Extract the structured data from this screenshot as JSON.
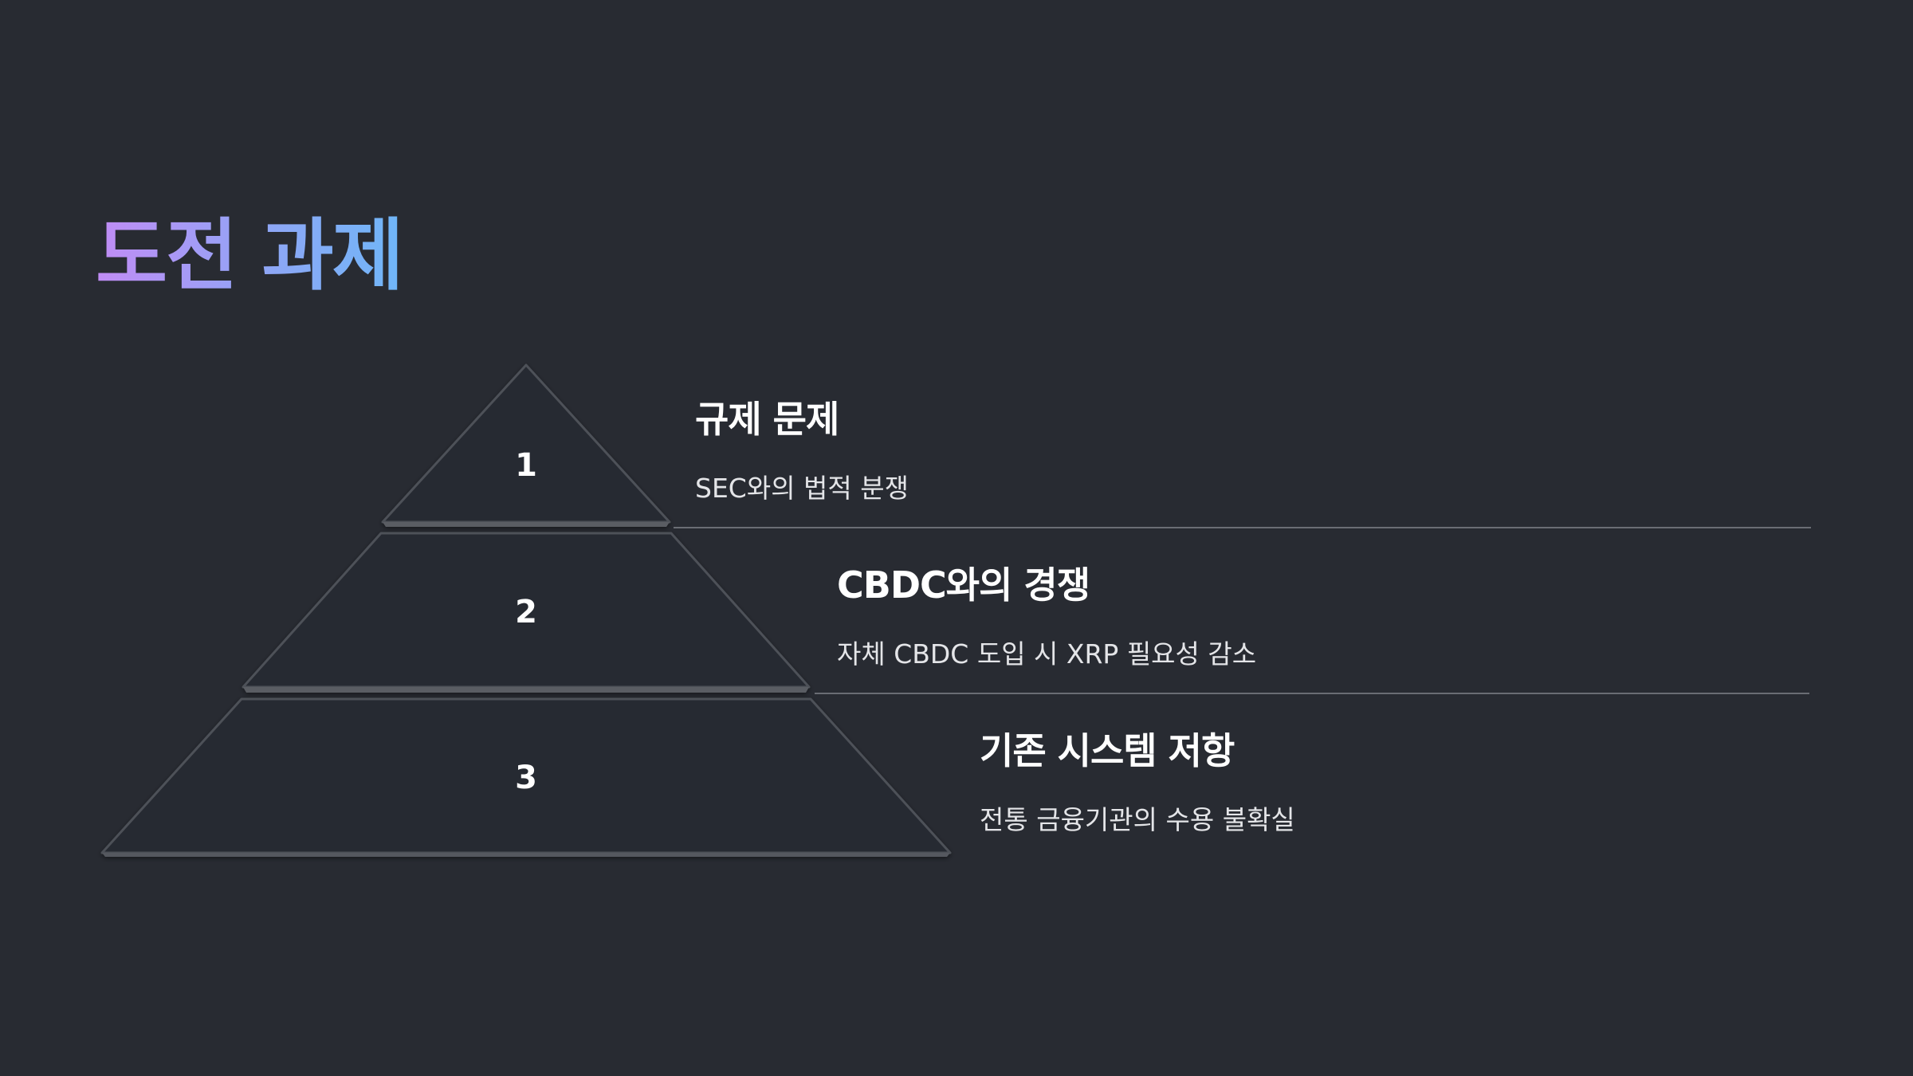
{
  "title": "도전 과제",
  "levels": [
    {
      "number": "1",
      "heading": "규제 문제",
      "description": "SEC와의 법적 분쟁"
    },
    {
      "number": "2",
      "heading": "CBDC와의 경쟁",
      "description": "자체 CBDC 도입 시 XRP 필요성 감소"
    },
    {
      "number": "3",
      "heading": "기존 시스템 저항",
      "description": "전통 금융기관의 수용 불확실"
    }
  ],
  "colors": {
    "background": "#282b32",
    "tier_fill": "#262930",
    "divider": "#6a6d74",
    "title_gradient": [
      "#c18cf5",
      "#6fb6f7"
    ]
  }
}
